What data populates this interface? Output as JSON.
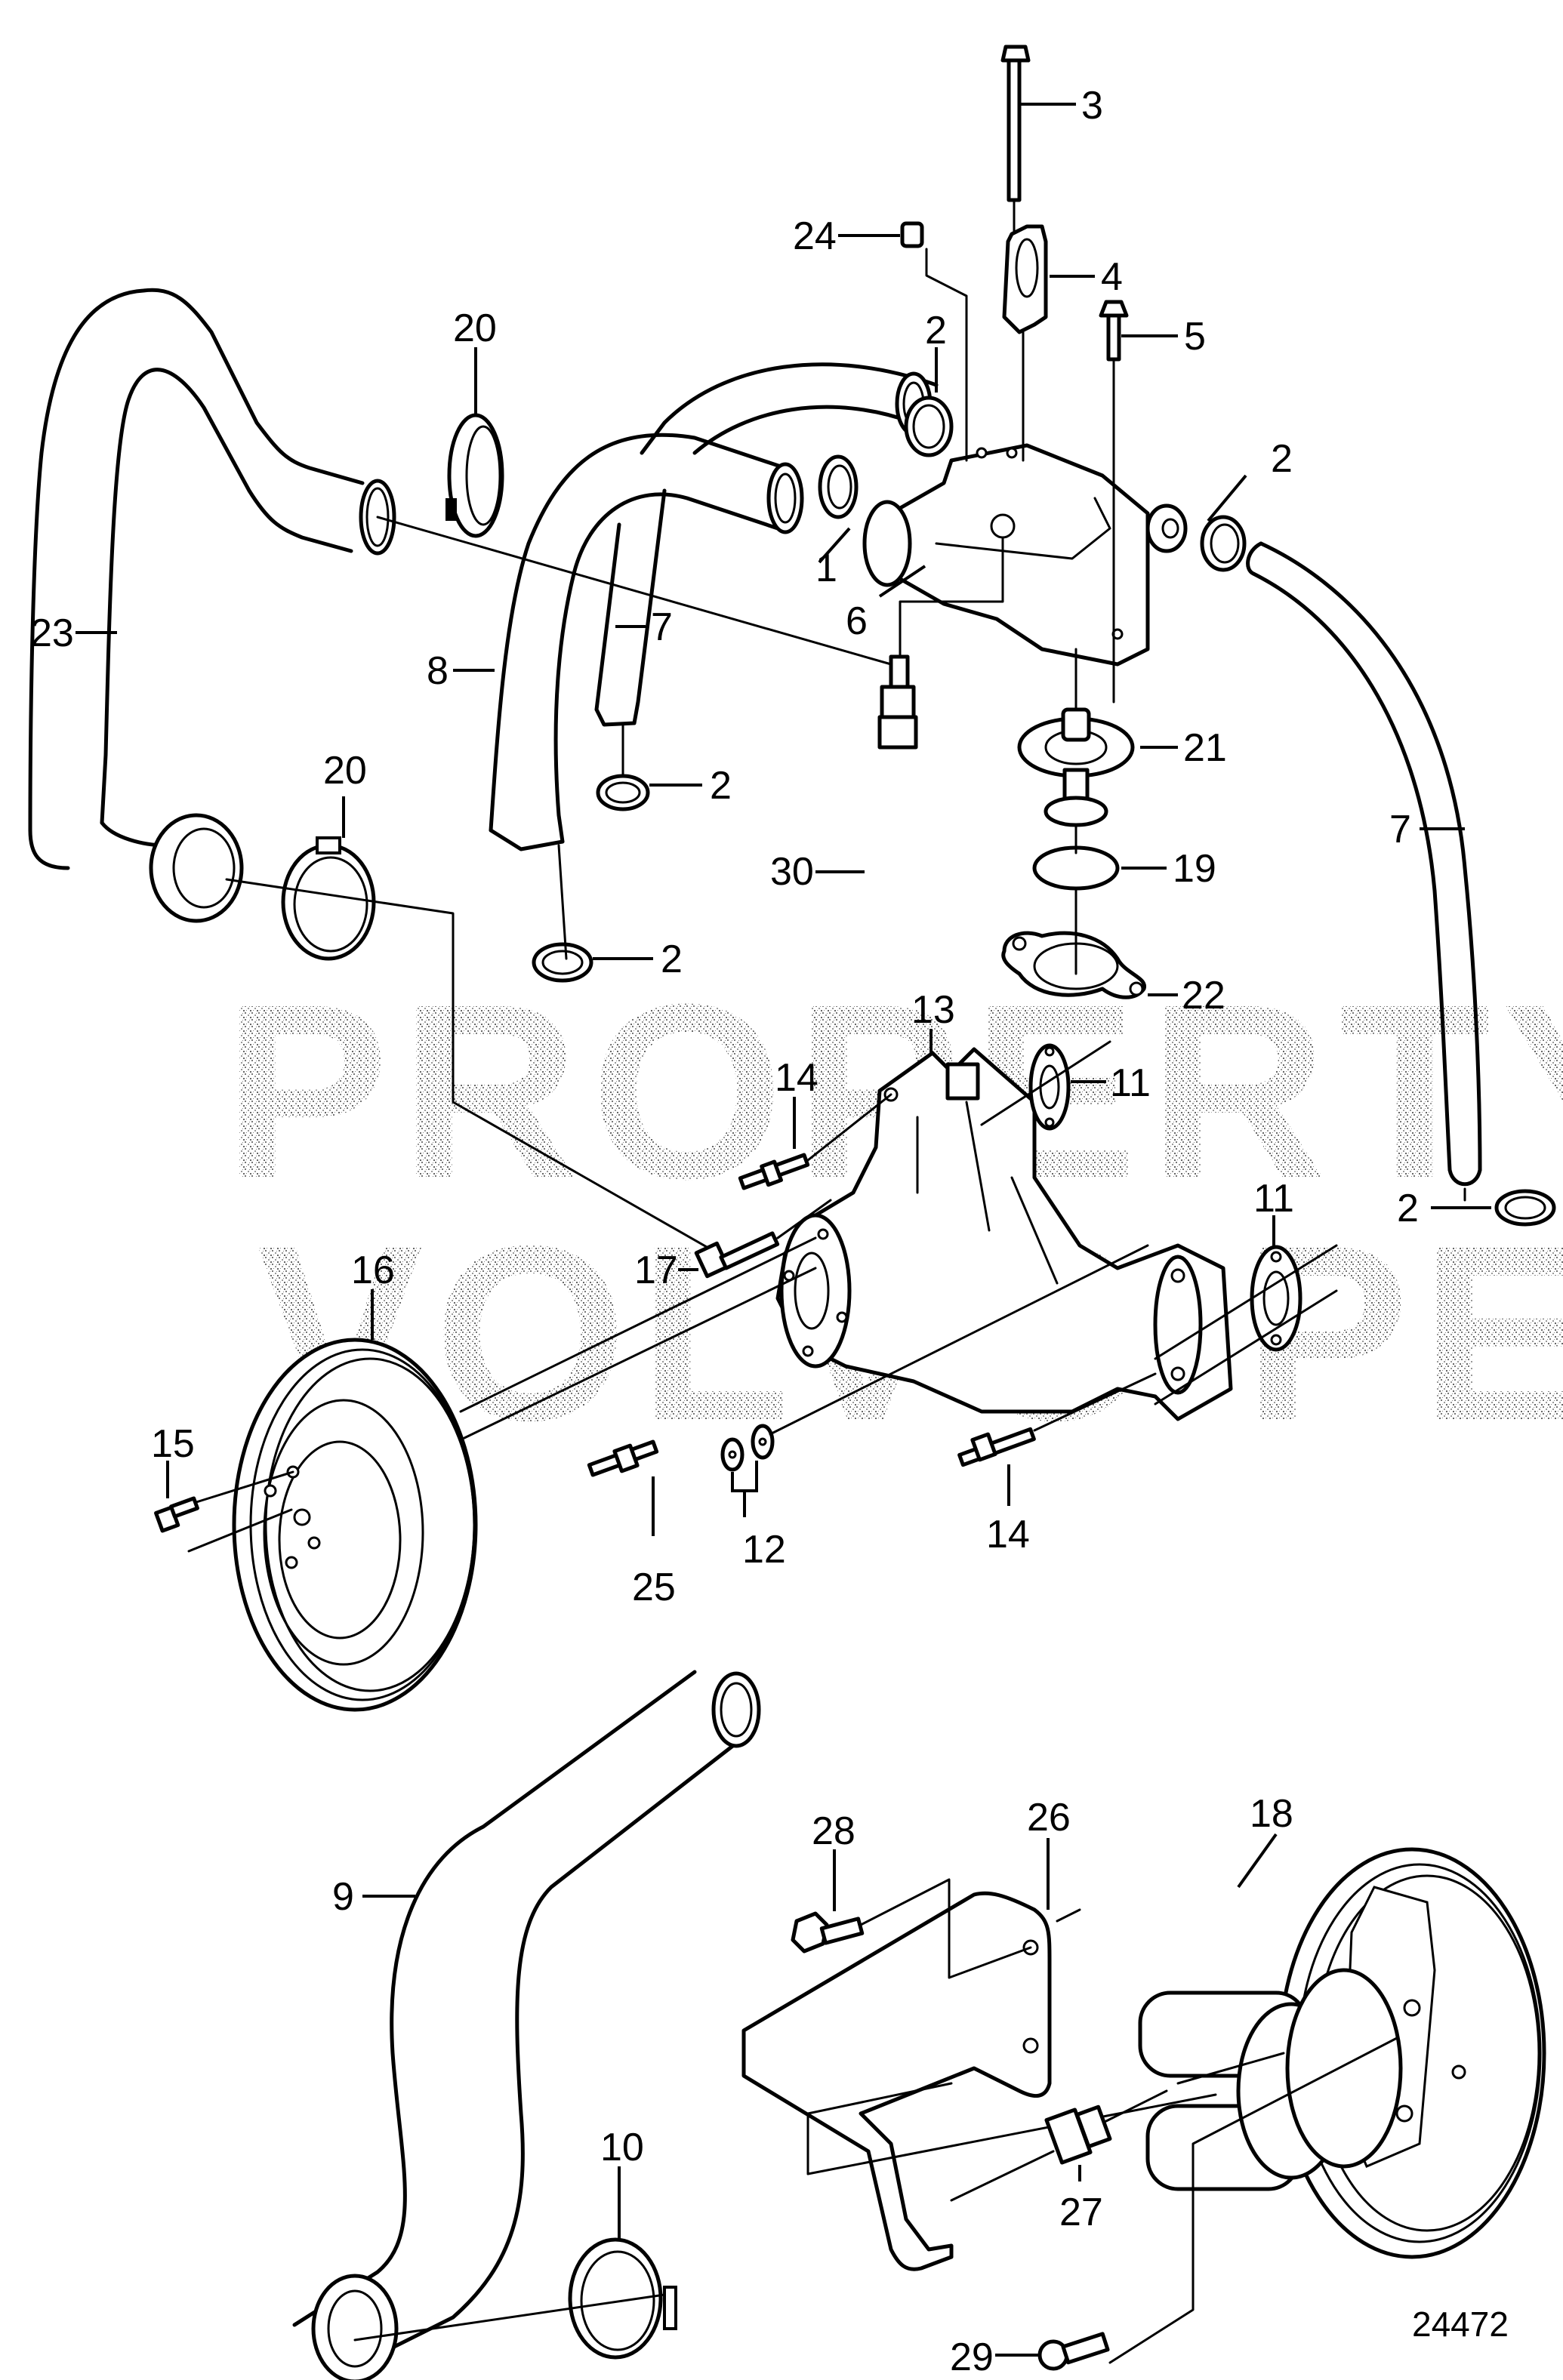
{
  "diagram": {
    "title": "Water pump and thermostat housing exploded view",
    "reference_number": "24472",
    "watermark": {
      "line1": "PROPERTY OF",
      "line2": "VOLVO PENTA"
    },
    "colors": {
      "line": "#000000",
      "background": "#ffffff",
      "watermark": "#9a9a9a"
    },
    "callouts": [
      {
        "id": "c1",
        "label": "1"
      },
      {
        "id": "c2a",
        "label": "2"
      },
      {
        "id": "c2b",
        "label": "2"
      },
      {
        "id": "c2c",
        "label": "2"
      },
      {
        "id": "c2d",
        "label": "2"
      },
      {
        "id": "c2e",
        "label": "2"
      },
      {
        "id": "c3",
        "label": "3"
      },
      {
        "id": "c4",
        "label": "4"
      },
      {
        "id": "c5",
        "label": "5"
      },
      {
        "id": "c6",
        "label": "6"
      },
      {
        "id": "c7a",
        "label": "7"
      },
      {
        "id": "c7b",
        "label": "7"
      },
      {
        "id": "c8",
        "label": "8"
      },
      {
        "id": "c9",
        "label": "9"
      },
      {
        "id": "c10",
        "label": "10"
      },
      {
        "id": "c11a",
        "label": "11"
      },
      {
        "id": "c11b",
        "label": "11"
      },
      {
        "id": "c12",
        "label": "12"
      },
      {
        "id": "c13",
        "label": "13"
      },
      {
        "id": "c14a",
        "label": "14"
      },
      {
        "id": "c14b",
        "label": "14"
      },
      {
        "id": "c15",
        "label": "15"
      },
      {
        "id": "c16",
        "label": "16"
      },
      {
        "id": "c17",
        "label": "17"
      },
      {
        "id": "c18",
        "label": "18"
      },
      {
        "id": "c19",
        "label": "19"
      },
      {
        "id": "c20a",
        "label": "20"
      },
      {
        "id": "c20b",
        "label": "20"
      },
      {
        "id": "c21",
        "label": "21"
      },
      {
        "id": "c22",
        "label": "22"
      },
      {
        "id": "c23",
        "label": "23"
      },
      {
        "id": "c24",
        "label": "24"
      },
      {
        "id": "c25",
        "label": "25"
      },
      {
        "id": "c26",
        "label": "26"
      },
      {
        "id": "c27",
        "label": "27"
      },
      {
        "id": "c28",
        "label": "28"
      },
      {
        "id": "c29",
        "label": "29"
      },
      {
        "id": "c30",
        "label": "30"
      }
    ],
    "parts": [
      {
        "label": "1",
        "name": "hose-clamp-small"
      },
      {
        "label": "2",
        "name": "hose-clamp"
      },
      {
        "label": "3",
        "name": "long-bolt"
      },
      {
        "label": "4",
        "name": "lifting-eye"
      },
      {
        "label": "5",
        "name": "flange-bolt"
      },
      {
        "label": "6",
        "name": "thermostat-housing"
      },
      {
        "label": "7",
        "name": "coolant-hose"
      },
      {
        "label": "8",
        "name": "coolant-hose-bent"
      },
      {
        "label": "9",
        "name": "lower-hose"
      },
      {
        "label": "10",
        "name": "hose-clamp-large"
      },
      {
        "label": "11",
        "name": "gasket"
      },
      {
        "label": "12",
        "name": "washer-pair"
      },
      {
        "label": "13",
        "name": "water-pump"
      },
      {
        "label": "14",
        "name": "stud"
      },
      {
        "label": "15",
        "name": "pulley-bolt"
      },
      {
        "label": "16",
        "name": "pulley"
      },
      {
        "label": "17",
        "name": "bolt"
      },
      {
        "label": "18",
        "name": "sea-water-pump"
      },
      {
        "label": "19",
        "name": "o-ring"
      },
      {
        "label": "20",
        "name": "hose-clamp-wide"
      },
      {
        "label": "21",
        "name": "thermostat"
      },
      {
        "label": "22",
        "name": "thermostat-gasket"
      },
      {
        "label": "23",
        "name": "upper-hose"
      },
      {
        "label": "24",
        "name": "plug"
      },
      {
        "label": "25",
        "name": "stud-long"
      },
      {
        "label": "26",
        "name": "bracket"
      },
      {
        "label": "27",
        "name": "connector"
      },
      {
        "label": "28",
        "name": "bracket-bolt"
      },
      {
        "label": "29",
        "name": "socket-screw"
      },
      {
        "label": "30",
        "name": "temperature-sensor"
      }
    ]
  }
}
